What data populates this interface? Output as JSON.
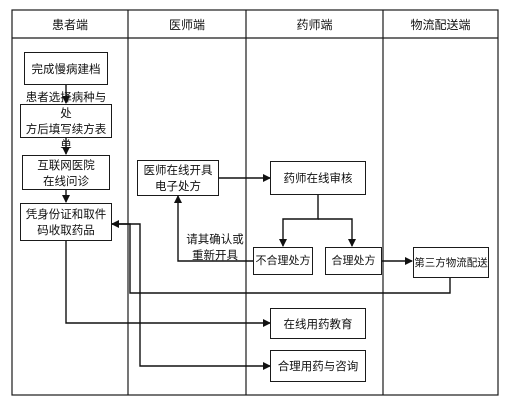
{
  "lanes": [
    "患者端",
    "医师端",
    "药师端",
    "物流配送端"
  ],
  "nodes": {
    "create_record": "完成慢病建档",
    "select_disease_line1": "患者选择病种与处",
    "select_disease_line2": "方后填写续方表单",
    "online_consult_line1": "互联网医院",
    "online_consult_line2": "在线问诊",
    "pickup_line1": "凭身份证和取件",
    "pickup_line2": "码收取药品",
    "doctor_rx_line1": "医师在线开具",
    "doctor_rx_line2": "电子处方",
    "pharmacist_review": "药师在线审核",
    "unreasonable_rx": "不合理处方",
    "reasonable_rx": "合理处方",
    "third_party_delivery": "第三方物流配送",
    "online_education": "在线用药教育",
    "consultation": "合理用药与咨询"
  },
  "edge_labels": {
    "confirm_line1": "请其确认或",
    "confirm_line2": "重新开具"
  }
}
